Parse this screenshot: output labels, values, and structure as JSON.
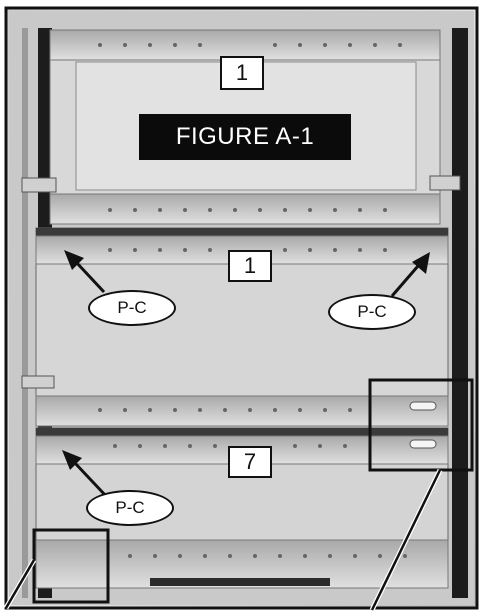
{
  "figure": {
    "title": "FIGURE A-1"
  },
  "part_labels": {
    "top": "1",
    "middle": "1",
    "bottom": "7"
  },
  "callouts": {
    "top_left": "P-C",
    "top_right": "P-C",
    "bottom_left": "P-C"
  }
}
